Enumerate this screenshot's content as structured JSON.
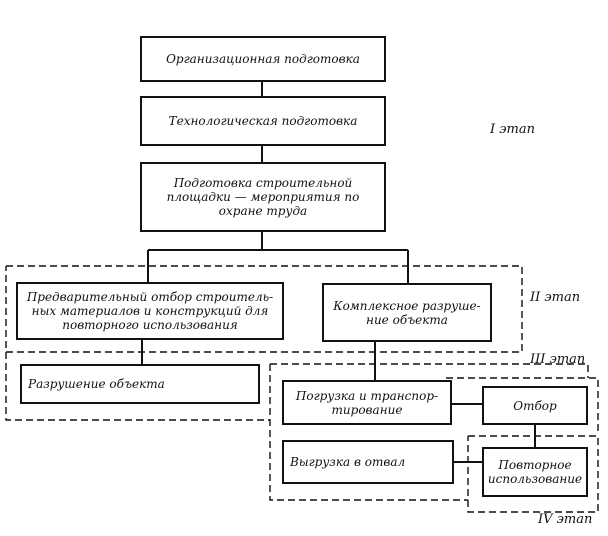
{
  "boxes": {
    "org": "Организационная подготовка",
    "tech": "Технологическая подготовка",
    "site": "Подготовка строительной площадки — мероприятия по охране труда",
    "prelim": "Предварительный отбор строитель-ных материалов и конструкций для повторного использования",
    "complex": "Комплексное разруше-ние объекта",
    "destroy": "Разрушение объекта",
    "load": "Погрузка и транспор-тирование",
    "select": "Отбор",
    "unload": "Выгрузка в отвал",
    "reuse": "Повторное использование"
  },
  "stages": {
    "s1": "I этап",
    "s2": "II этап",
    "s3": "III этап",
    "s4": "IV этап"
  }
}
